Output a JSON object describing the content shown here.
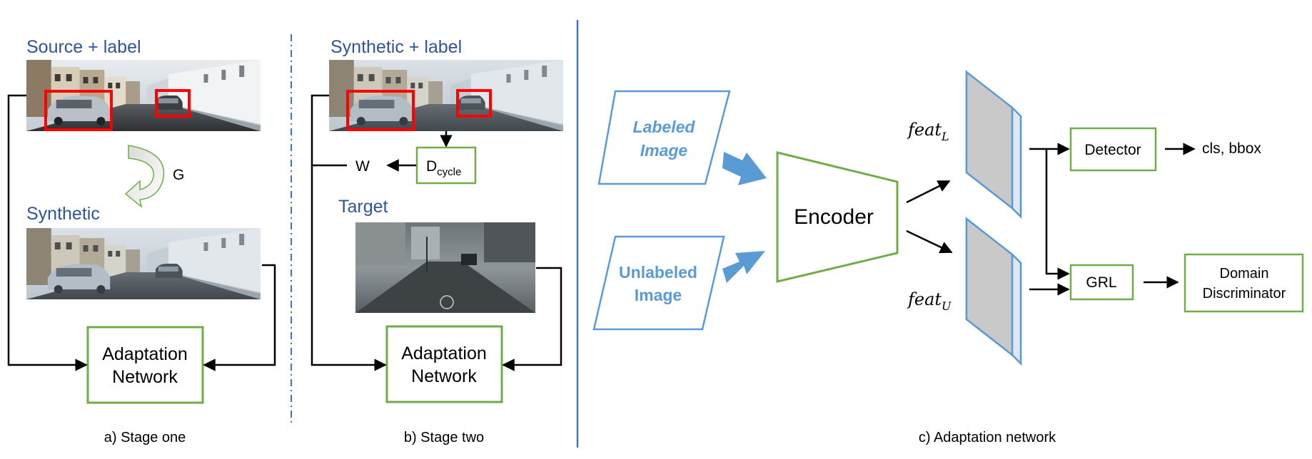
{
  "colors": {
    "title_blue": "#2f5597",
    "box_green": "#70ad47",
    "bbox_red": "#ff0000",
    "separator_blue": "#4472c4",
    "input_blue": "#5b9bd5",
    "feature_gray": "#c9c9c9"
  },
  "stage_one": {
    "source_title": "Source + label",
    "generator_label": "G",
    "synthetic_title": "Synthetic",
    "adaptation_box": [
      "Adaptation",
      "Network"
    ],
    "caption": "a) Stage one"
  },
  "stage_two": {
    "synthetic_title": "Synthetic + label",
    "weight_label": "W",
    "dcycle_main": "D",
    "dcycle_sub": "cycle",
    "target_title": "Target",
    "adaptation_box": [
      "Adaptation",
      "Network"
    ],
    "caption": "b) Stage two"
  },
  "adaptation_network": {
    "labeled_input": [
      "Labeled",
      "Image"
    ],
    "unlabeled_input": [
      "Unlabeled",
      "Image"
    ],
    "encoder": "Encoder",
    "feat_labeled": {
      "main": "feat",
      "sub": "L"
    },
    "feat_unlabeled": {
      "main": "feat",
      "sub": "U"
    },
    "detector": "Detector",
    "detector_output": "cls, bbox",
    "grl": "GRL",
    "discriminator": [
      "Domain",
      "Discriminator"
    ],
    "caption": "c) Adaptation network"
  },
  "icons": {
    "street_photo": "street-scene-image",
    "cycle_arrow": "curved-arrow-icon"
  }
}
